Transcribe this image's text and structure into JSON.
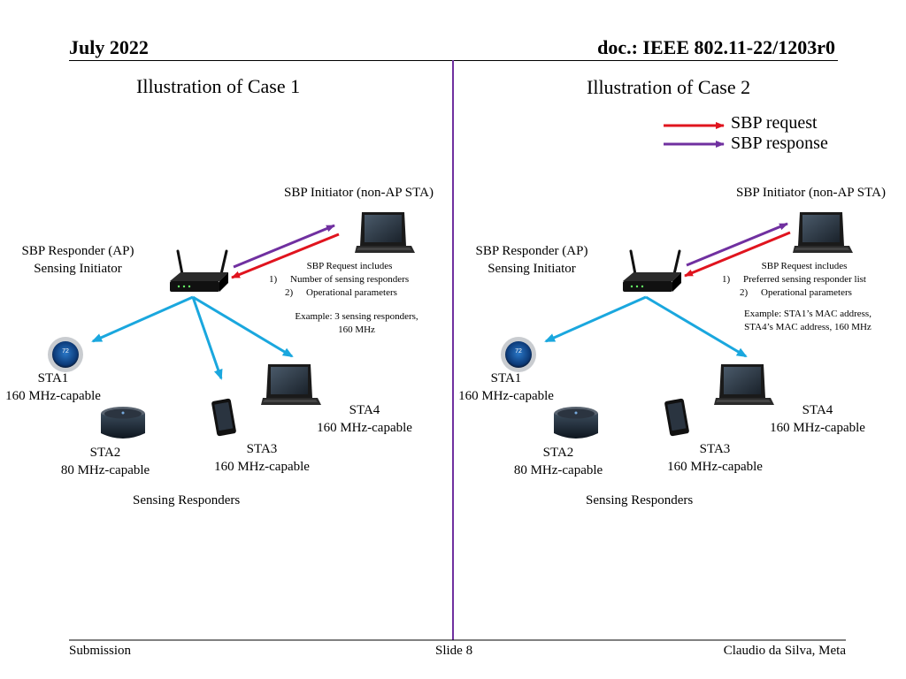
{
  "header": {
    "date": "July 2022",
    "doc": "doc.: IEEE 802.11-22/1203r0"
  },
  "legend": {
    "request": "SBP request",
    "response": "SBP response",
    "request_color": "#e0141e",
    "response_color": "#7030a0",
    "sta_arrow_color": "#1aa7de"
  },
  "panels": [
    {
      "title": "Illustration of Case 1",
      "initiator": "SBP Initiator (non-AP STA)",
      "responder_line1": "SBP Responder (AP)",
      "responder_line2": "Sensing Initiator",
      "request_heading": "SBP Request includes",
      "request_items": [
        "Number of sensing responders",
        "Operational parameters"
      ],
      "example_line1": "Example: 3 sensing responders,",
      "example_line2": "160 MHz",
      "stations": [
        {
          "name": "STA1",
          "cap": "160 MHz-capable"
        },
        {
          "name": "STA2",
          "cap": "80 MHz-capable"
        },
        {
          "name": "STA3",
          "cap": "160 MHz-capable"
        },
        {
          "name": "STA4",
          "cap": "160 MHz-capable"
        }
      ],
      "responders_label": "Sensing Responders"
    },
    {
      "title": "Illustration of Case 2",
      "initiator": "SBP Initiator (non-AP STA)",
      "responder_line1": "SBP Responder (AP)",
      "responder_line2": "Sensing Initiator",
      "request_heading": "SBP Request includes",
      "request_items": [
        "Preferred sensing responder list",
        "Operational parameters"
      ],
      "example_line1": "Example: STA1’s MAC address,",
      "example_line2": "STA4’s MAC address, 160 MHz",
      "stations": [
        {
          "name": "STA1",
          "cap": "160 MHz-capable"
        },
        {
          "name": "STA2",
          "cap": "80 MHz-capable"
        },
        {
          "name": "STA3",
          "cap": "160 MHz-capable"
        },
        {
          "name": "STA4",
          "cap": "160 MHz-capable"
        }
      ],
      "responders_label": "Sensing Responders"
    }
  ],
  "thermostat_display": "72",
  "footer": {
    "left": "Submission",
    "center": "Slide 8",
    "right": "Claudio da Silva, Meta"
  }
}
